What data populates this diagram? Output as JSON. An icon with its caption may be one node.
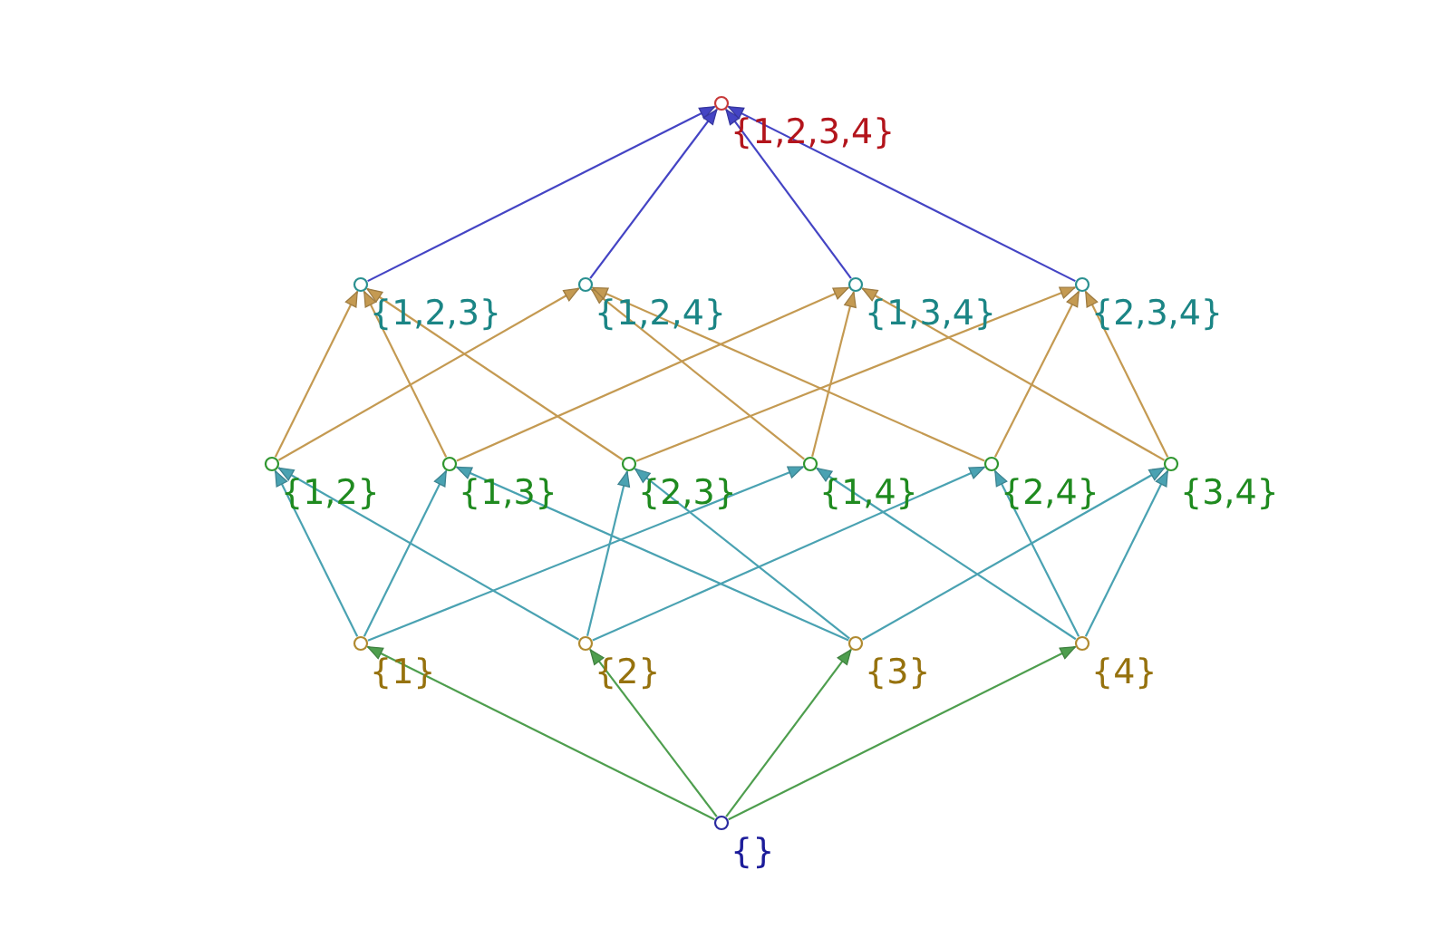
{
  "diagram": {
    "nodes": [
      {
        "text": [],
        "shape": "circle",
        "beside": [
          "{1,2,3,4}"
        ]
      },
      {
        "text": [],
        "shape": "circle",
        "beside": [
          "{1,2,3}"
        ]
      },
      {
        "text": [],
        "shape": "circle",
        "beside": [
          "{1,2,4}"
        ]
      },
      {
        "text": [],
        "shape": "circle",
        "beside": [
          "{1,3,4}"
        ]
      },
      {
        "text": [],
        "shape": "circle",
        "beside": [
          "{2,3,4}"
        ]
      },
      {
        "text": [],
        "shape": "circle",
        "beside": [
          "{1,2}"
        ]
      },
      {
        "text": [],
        "shape": "circle",
        "beside": [
          "{1,3}"
        ]
      },
      {
        "text": [],
        "shape": "circle",
        "beside": [
          "{2,3}"
        ]
      },
      {
        "text": [],
        "shape": "circle",
        "beside": [
          "{1,4}"
        ]
      },
      {
        "text": [],
        "shape": "circle",
        "beside": [
          "{2,4}"
        ]
      },
      {
        "text": [],
        "shape": "circle",
        "beside": [
          "{3,4}"
        ]
      },
      {
        "text": [],
        "shape": "circle",
        "beside": [
          "{1}"
        ]
      },
      {
        "text": [],
        "shape": "circle",
        "beside": [
          "{2}"
        ]
      },
      {
        "text": [],
        "shape": "circle",
        "beside": [
          "{3}"
        ]
      },
      {
        "text": [],
        "shape": "circle",
        "beside": [
          "{4}"
        ]
      },
      {
        "text": [],
        "shape": "circle",
        "beside": [
          "{}"
        ]
      }
    ],
    "edges": [
      {
        "from": 15,
        "to": 11,
        "arrow": "to",
        "color": "#4e9e4e"
      },
      {
        "from": 15,
        "to": 12,
        "arrow": "to",
        "color": "#4e9e4e"
      },
      {
        "from": 15,
        "to": 13,
        "arrow": "to",
        "color": "#4e9e4e"
      },
      {
        "from": 15,
        "to": 14,
        "arrow": "to",
        "color": "#4e9e4e"
      },
      {
        "from": 11,
        "to": 5,
        "arrow": "to",
        "color": "#4aa2b2"
      },
      {
        "from": 11,
        "to": 6,
        "arrow": "to",
        "color": "#4aa2b2"
      },
      {
        "from": 11,
        "to": 8,
        "arrow": "to",
        "color": "#4aa2b2"
      },
      {
        "from": 12,
        "to": 5,
        "arrow": "to",
        "color": "#4aa2b2"
      },
      {
        "from": 12,
        "to": 7,
        "arrow": "to",
        "color": "#4aa2b2"
      },
      {
        "from": 12,
        "to": 9,
        "arrow": "to",
        "color": "#4aa2b2"
      },
      {
        "from": 13,
        "to": 6,
        "arrow": "to",
        "color": "#4aa2b2"
      },
      {
        "from": 13,
        "to": 7,
        "arrow": "to",
        "color": "#4aa2b2"
      },
      {
        "from": 13,
        "to": 10,
        "arrow": "to",
        "color": "#4aa2b2"
      },
      {
        "from": 14,
        "to": 8,
        "arrow": "to",
        "color": "#4aa2b2"
      },
      {
        "from": 14,
        "to": 9,
        "arrow": "to",
        "color": "#4aa2b2"
      },
      {
        "from": 14,
        "to": 10,
        "arrow": "to",
        "color": "#4aa2b2"
      },
      {
        "from": 5,
        "to": 1,
        "arrow": "to",
        "color": "#c49a52"
      },
      {
        "from": 5,
        "to": 2,
        "arrow": "to",
        "color": "#c49a52"
      },
      {
        "from": 6,
        "to": 1,
        "arrow": "to",
        "color": "#c49a52"
      },
      {
        "from": 6,
        "to": 3,
        "arrow": "to",
        "color": "#c49a52"
      },
      {
        "from": 7,
        "to": 1,
        "arrow": "to",
        "color": "#c49a52"
      },
      {
        "from": 7,
        "to": 4,
        "arrow": "to",
        "color": "#c49a52"
      },
      {
        "from": 8,
        "to": 2,
        "arrow": "to",
        "color": "#c49a52"
      },
      {
        "from": 8,
        "to": 3,
        "arrow": "to",
        "color": "#c49a52"
      },
      {
        "from": 9,
        "to": 2,
        "arrow": "to",
        "color": "#c49a52"
      },
      {
        "from": 9,
        "to": 4,
        "arrow": "to",
        "color": "#c49a52"
      },
      {
        "from": 10,
        "to": 3,
        "arrow": "to",
        "color": "#c49a52"
      },
      {
        "from": 10,
        "to": 4,
        "arrow": "to",
        "color": "#c49a52"
      },
      {
        "from": 1,
        "to": 0,
        "arrow": "to",
        "color": "#4444c4"
      },
      {
        "from": 2,
        "to": 0,
        "arrow": "to",
        "color": "#4444c4"
      },
      {
        "from": 3,
        "to": 0,
        "arrow": "to",
        "color": "#4444c4"
      },
      {
        "from": 4,
        "to": 0,
        "arrow": "to",
        "color": "#4444c4"
      }
    ]
  }
}
